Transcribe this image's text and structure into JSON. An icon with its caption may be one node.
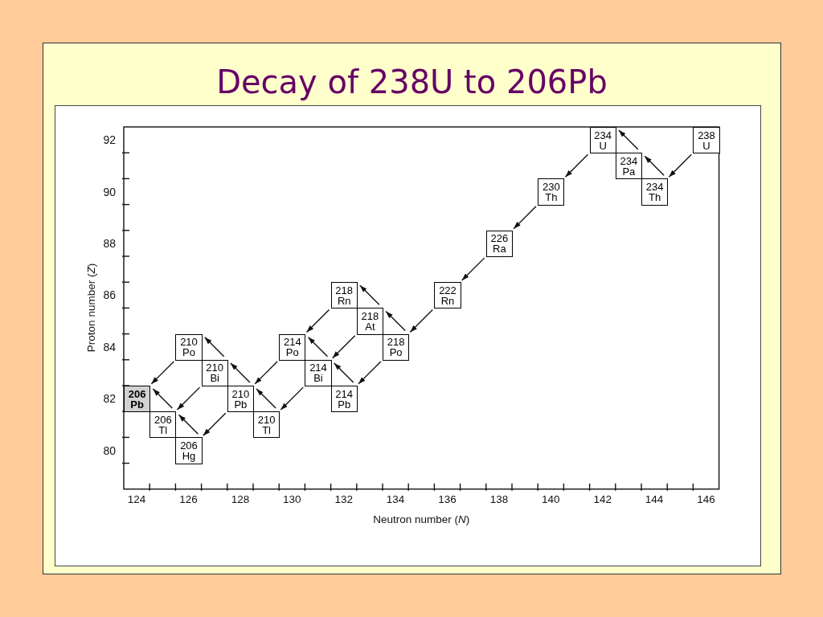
{
  "diagram": {
    "title": "Decay of 238U to 206Pb",
    "nodes": [
      {
        "text": [
          "238",
          "U"
        ]
      },
      {
        "text": [
          "234",
          "Th"
        ]
      },
      {
        "text": [
          "234",
          "Pa"
        ]
      },
      {
        "text": [
          "234",
          "U"
        ]
      },
      {
        "text": [
          "230",
          "Th"
        ]
      },
      {
        "text": [
          "226",
          "Ra"
        ]
      },
      {
        "text": [
          "222",
          "Rn"
        ]
      },
      {
        "text": [
          "218",
          "Po"
        ]
      },
      {
        "text": [
          "218",
          "At"
        ]
      },
      {
        "text": [
          "218",
          "Rn"
        ]
      },
      {
        "text": [
          "214",
          "Pb"
        ]
      },
      {
        "text": [
          "214",
          "Bi"
        ]
      },
      {
        "text": [
          "214",
          "Po"
        ]
      },
      {
        "text": [
          "210",
          "Tl"
        ]
      },
      {
        "text": [
          "210",
          "Pb"
        ]
      },
      {
        "text": [
          "210",
          "Bi"
        ]
      },
      {
        "text": [
          "210",
          "Po"
        ]
      },
      {
        "text": [
          "206",
          "Hg"
        ]
      },
      {
        "text": [
          "206",
          "Tl"
        ]
      },
      {
        "text": [
          "206",
          "Pb"
        ]
      }
    ],
    "edges": [
      {
        "from": 0,
        "to": 1,
        "arrow": "to"
      },
      {
        "from": 1,
        "to": 2,
        "arrow": "to"
      },
      {
        "from": 2,
        "to": 3,
        "arrow": "to"
      },
      {
        "from": 3,
        "to": 4,
        "arrow": "to"
      },
      {
        "from": 4,
        "to": 5,
        "arrow": "to"
      },
      {
        "from": 5,
        "to": 6,
        "arrow": "to"
      },
      {
        "from": 6,
        "to": 7,
        "arrow": "to"
      },
      {
        "from": 7,
        "to": 8,
        "arrow": "to"
      },
      {
        "from": 7,
        "to": 10,
        "arrow": "to"
      },
      {
        "from": 8,
        "to": 9,
        "arrow": "to"
      },
      {
        "from": 8,
        "to": 11,
        "arrow": "to"
      },
      {
        "from": 9,
        "to": 12,
        "arrow": "to"
      },
      {
        "from": 10,
        "to": 11,
        "arrow": "to"
      },
      {
        "from": 11,
        "to": 12,
        "arrow": "to"
      },
      {
        "from": 11,
        "to": 13,
        "arrow": "to"
      },
      {
        "from": 12,
        "to": 14,
        "arrow": "to"
      },
      {
        "from": 13,
        "to": 14,
        "arrow": "to"
      },
      {
        "from": 14,
        "to": 15,
        "arrow": "to"
      },
      {
        "from": 14,
        "to": 17,
        "arrow": "to"
      },
      {
        "from": 15,
        "to": 16,
        "arrow": "to"
      },
      {
        "from": 15,
        "to": 18,
        "arrow": "to"
      },
      {
        "from": 16,
        "to": 19,
        "arrow": "to"
      },
      {
        "from": 17,
        "to": 18,
        "arrow": "to"
      },
      {
        "from": 18,
        "to": 19,
        "arrow": "to"
      }
    ],
    "labels": [
      "Proton number (*Z*)",
      "92",
      "90",
      "88",
      "86",
      "84",
      "82",
      "80",
      "124",
      "126",
      "128",
      "130",
      "132",
      "134",
      "136",
      "138",
      "140",
      "142",
      "144",
      "146",
      "Neutron number (*N*)"
    ]
  }
}
